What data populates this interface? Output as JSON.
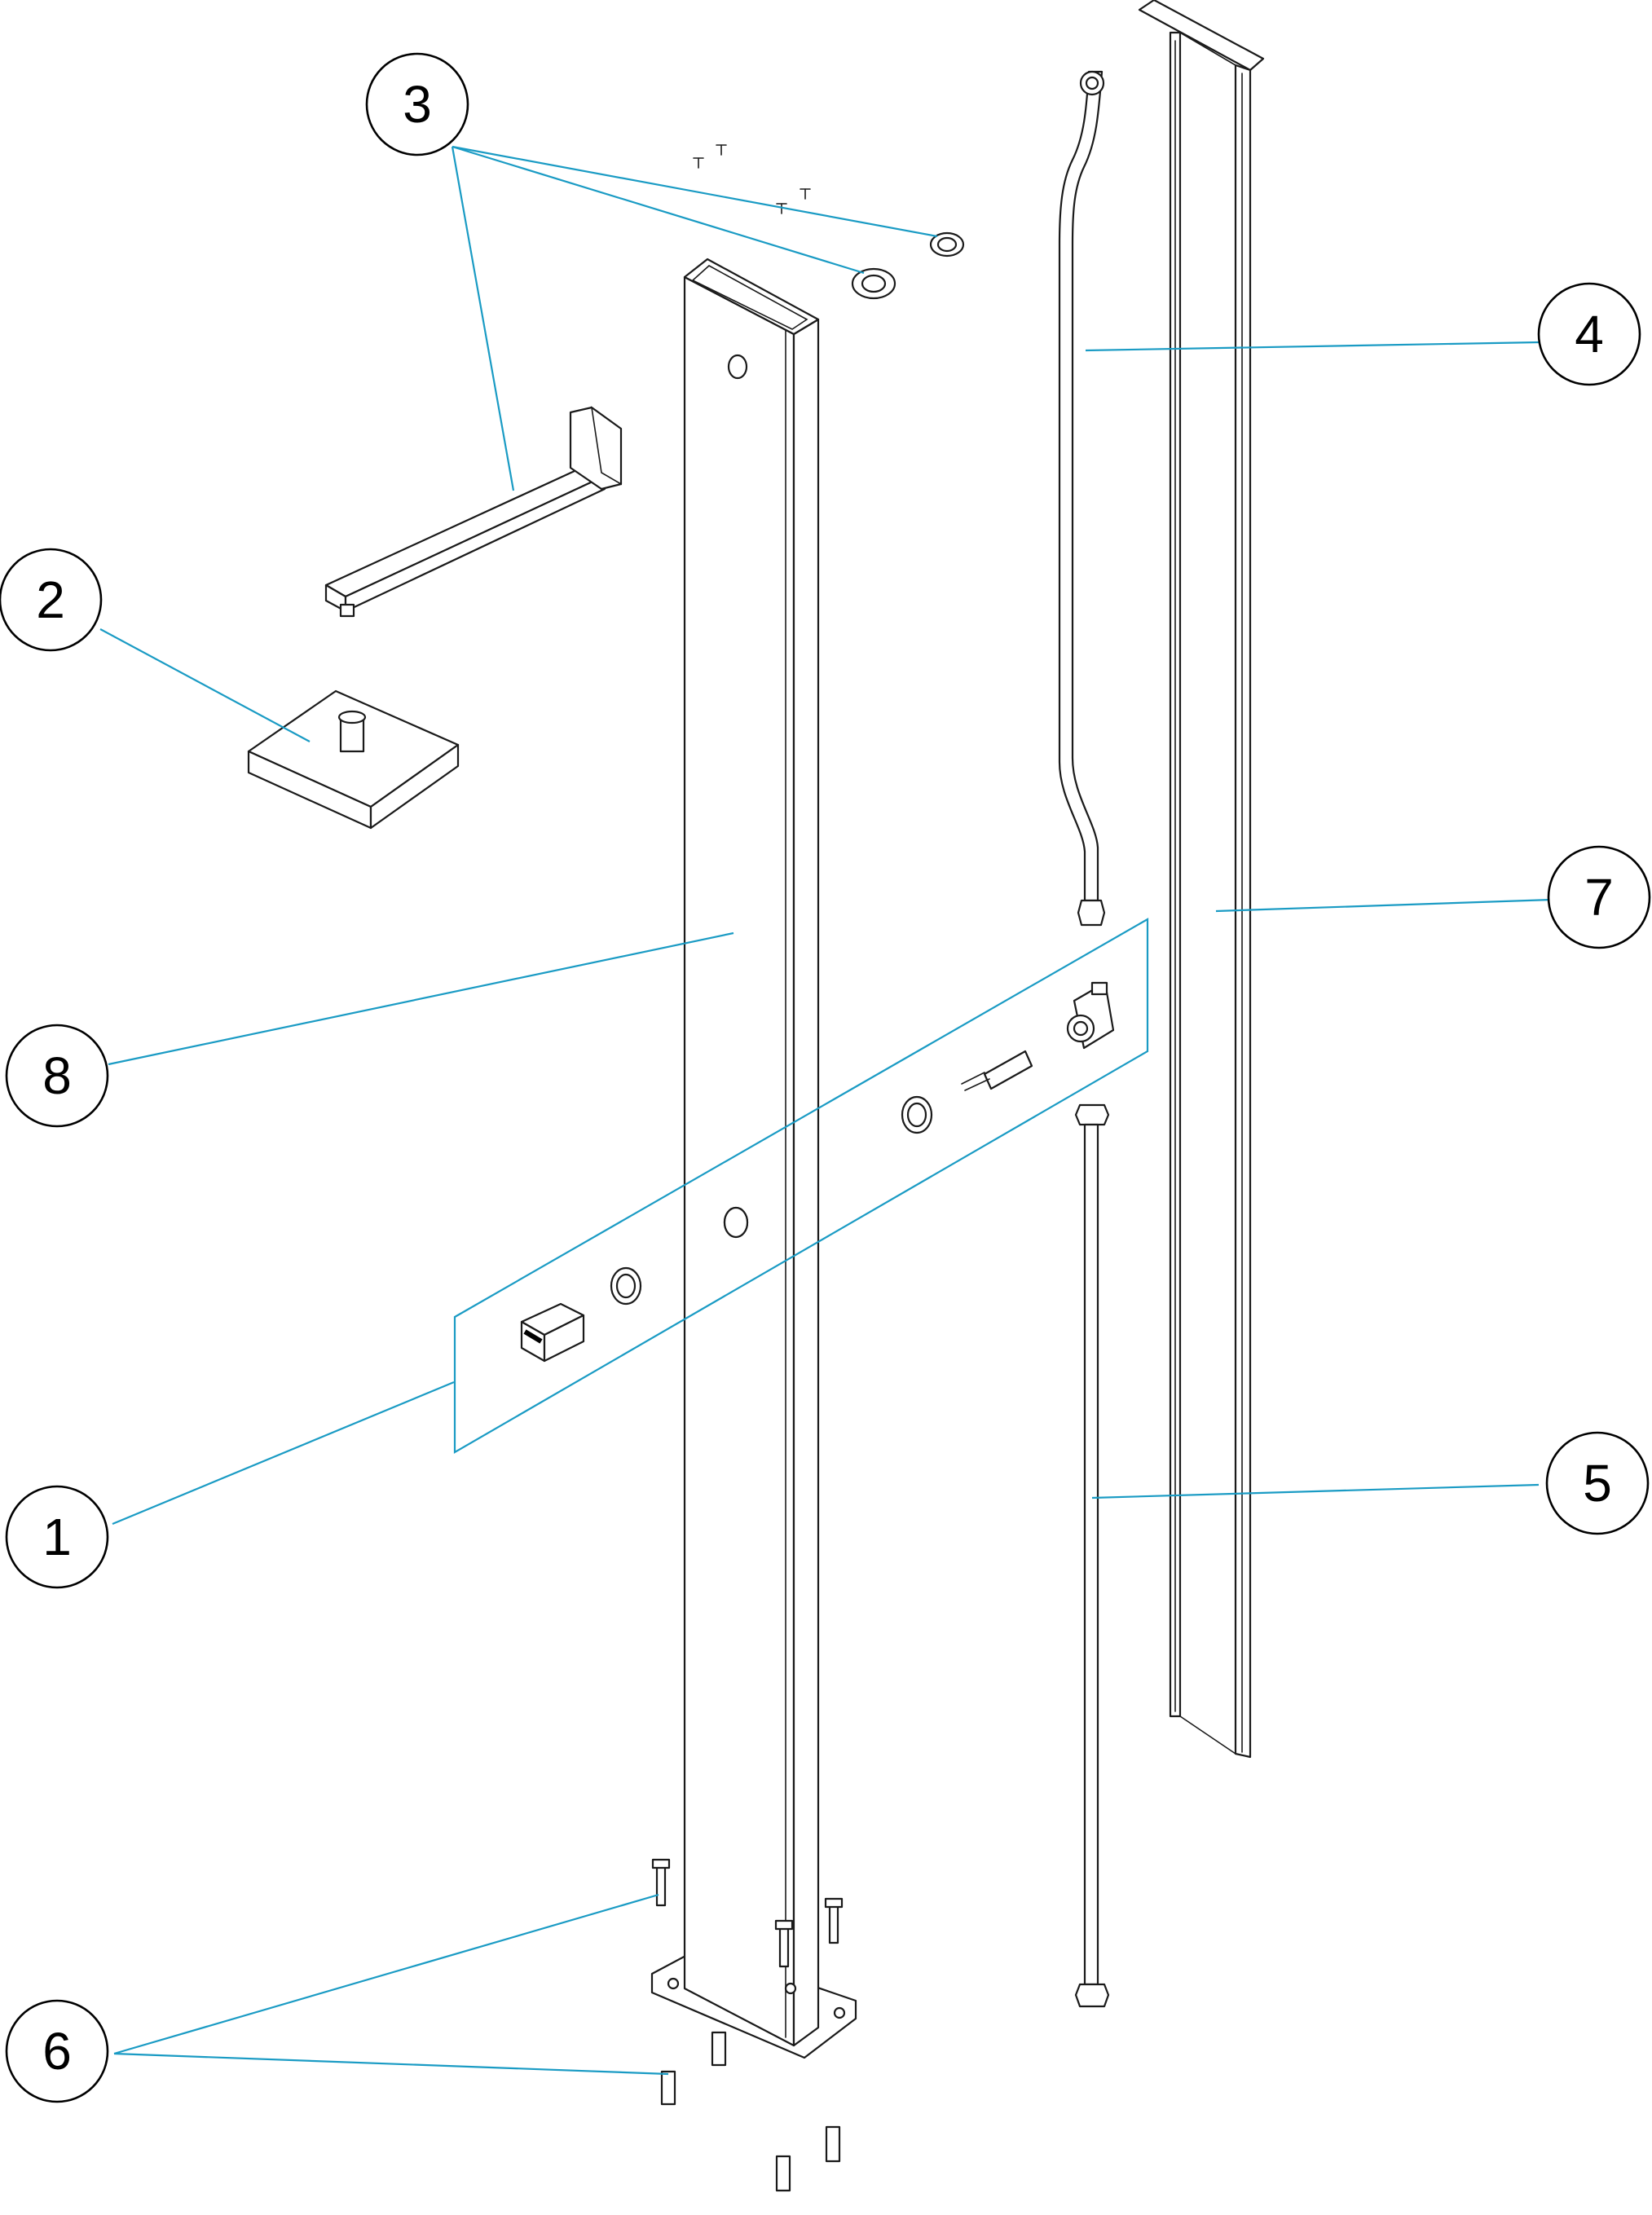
{
  "diagram": {
    "type": "exploded-parts-view",
    "accent_color": "#1a9bc4",
    "line_color": "#1a1a1a",
    "callouts": [
      {
        "id": "1",
        "label": "1"
      },
      {
        "id": "2",
        "label": "2"
      },
      {
        "id": "3",
        "label": "3"
      },
      {
        "id": "4",
        "label": "4"
      },
      {
        "id": "5",
        "label": "5"
      },
      {
        "id": "6",
        "label": "6"
      },
      {
        "id": "7",
        "label": "7"
      },
      {
        "id": "8",
        "label": "8"
      }
    ]
  }
}
